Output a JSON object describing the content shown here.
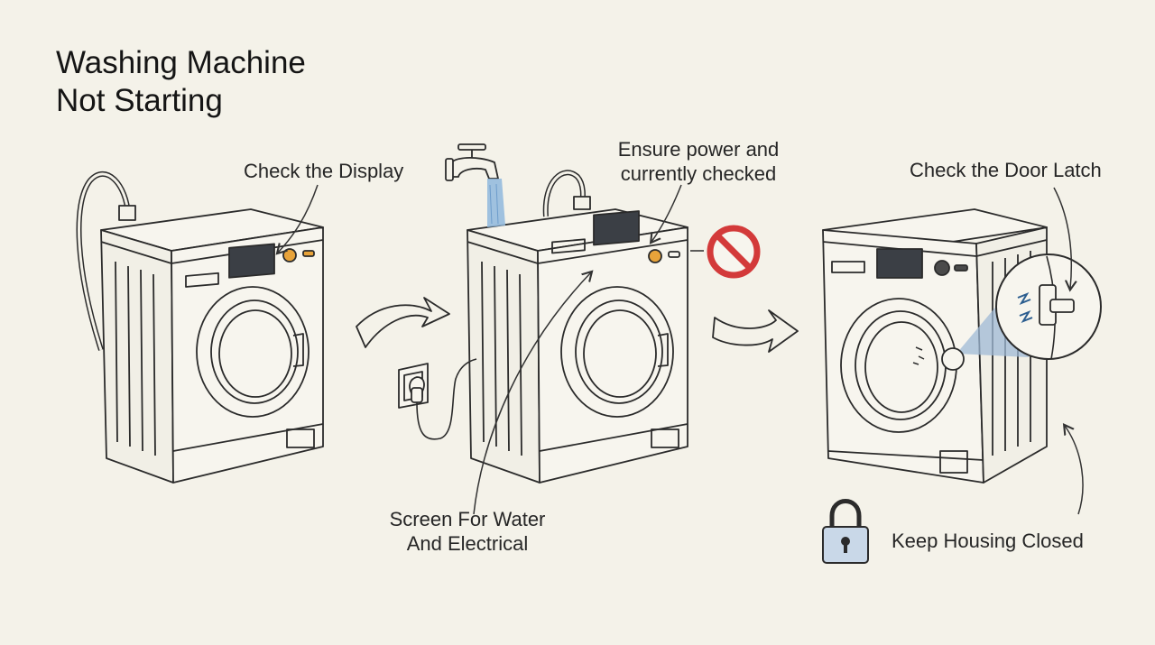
{
  "title": {
    "line1": "Washing Machine",
    "line2": "Not Starting"
  },
  "labels": {
    "check_display": "Check the Display",
    "ensure_power": {
      "line1": "Ensure power and",
      "line2": "currently checked"
    },
    "check_door_latch": "Check the Door Latch",
    "screen_for": {
      "line1": "Screen For Water",
      "line2": "And Electrical"
    },
    "keep_housing_closed": "Keep Housing Closed"
  },
  "colors": {
    "background": "#f4f2e9",
    "ink": "#2b2b2b",
    "knob_orange": "#e8a33a",
    "water_blue": "#8fb8dd",
    "prohibit_red": "#d33a3a",
    "display_dark": "#3b3f45",
    "magnifier_blue": "#9fb9d6",
    "lock_blue": "#c9d8e8"
  },
  "icons": [
    "faucet-icon",
    "power-outlet-icon",
    "prohibited-icon",
    "padlock-icon",
    "arrow-right-icon",
    "magnifier-icon"
  ]
}
